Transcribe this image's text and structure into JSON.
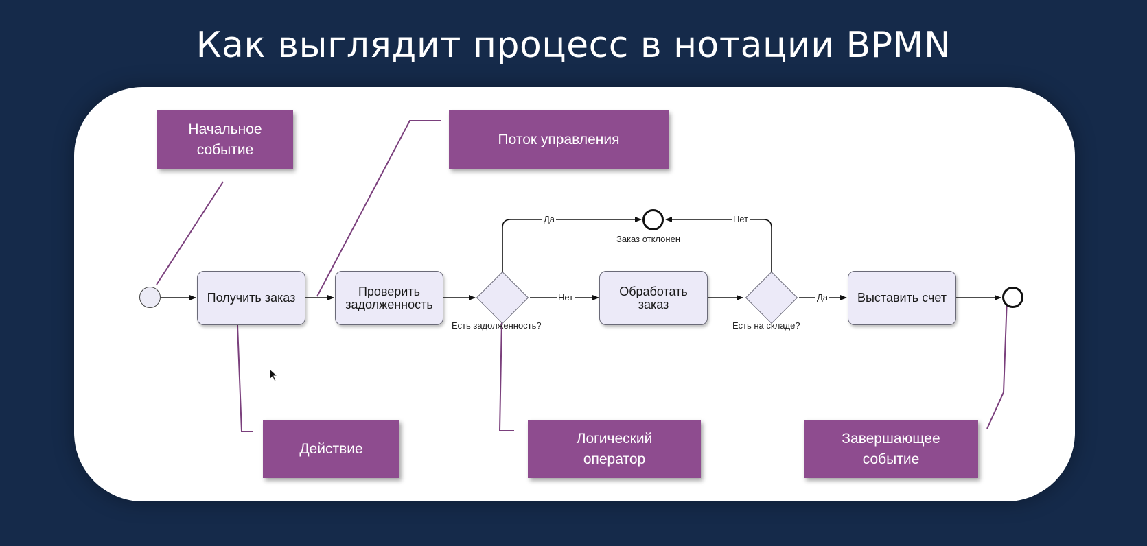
{
  "slide": {
    "title": "Как выглядит процесс в нотации BPMN"
  },
  "callouts": {
    "start_event": "Начальное\nсобытие",
    "control_flow": "Поток управления",
    "action": "Действие",
    "logical_operator": "Логический\nоператор",
    "end_event": "Завершающее\nсобытие"
  },
  "tasks": {
    "receive_order": "Получить заказ",
    "check_debt": "Проверить\nзадолженность",
    "process_order": "Обработать\nзаказ",
    "issue_invoice": "Выставить счет"
  },
  "gateways": {
    "has_debt": "Есть задолженность?",
    "in_stock": "Есть на складе?"
  },
  "events": {
    "order_rejected": "Заказ отклонен"
  },
  "flow_labels": {
    "debt_yes": "Да",
    "debt_no": "Нет",
    "stock_no": "Нет",
    "stock_yes": "Да"
  },
  "colors": {
    "background": "#152a4a",
    "callout": "#8e4c8f",
    "task_fill": "#eceaf8",
    "leader_line": "#7a3f7c"
  }
}
